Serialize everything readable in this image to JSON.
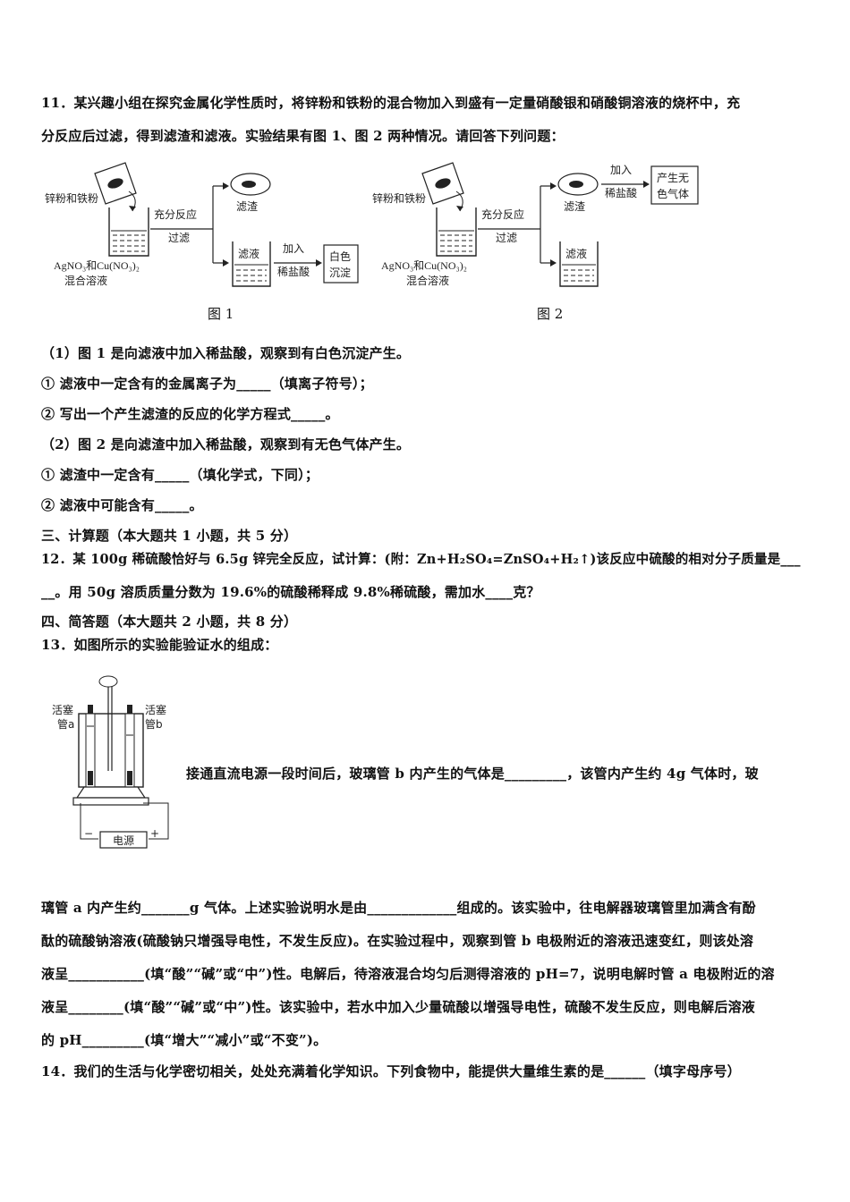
{
  "q11": {
    "line1": "11．某兴趣小组在探究金属化学性质时，将锌粉和铁粉的混合物加入到盛有一定量硝酸银和硝酸铜溶液的烧杯中，充",
    "line2": "分反应后过滤，得到滤渣和滤液。实验结果有图 1、图 2 两种情况。请回答下列问题：",
    "fig1": {
      "powder_label": "锌粉和铁粉",
      "process_label_1": "充分反应",
      "process_label_2": "过滤",
      "residue_label": "滤渣",
      "filtrate_label": "滤液",
      "add_label_1": "加入",
      "add_label_2": "稀盐酸",
      "result_label_1": "白色",
      "result_label_2": "沉淀",
      "solution_label_1": "AgNO₃和Cu(NO₃)₂",
      "solution_label_2": "混合溶液",
      "caption": "图 1"
    },
    "fig2": {
      "powder_label": "锌粉和铁粉",
      "process_label_1": "充分反应",
      "process_label_2": "过滤",
      "residue_label": "滤渣",
      "filtrate_label": "滤液",
      "add_label_1": "加入",
      "add_label_2": "稀盐酸",
      "result_label_1": "产生无",
      "result_label_2": "色气体",
      "solution_label_1": "AgNO₃和Cu(NO₃)₂",
      "solution_label_2": "混合溶液",
      "caption": "图 2"
    },
    "p1": "（1）图 1 是向滤液中加入稀盐酸，观察到有白色沉淀产生。",
    "p1a": "① 滤液中一定含有的金属离子为_____（填离子符号）；",
    "p1b": "② 写出一个产生滤渣的反应的化学方程式_____。",
    "p2": "（2）图 2 是向滤渣中加入稀盐酸，观察到有无色气体产生。",
    "p2a": "① 滤渣中一定含有_____（填化学式，下同）；",
    "p2b": "② 滤液中可能含有_____。"
  },
  "sec3": "三、计算题（本大题共 1 小题，共 5 分）",
  "q12": {
    "line1": "12．某 100g 稀硫酸恰好与 6.5g 锌完全反应，试计算：(附：Zn+H₂SO₄=ZnSO₄+H₂↑)该反应中硫酸的相对分子质量是___",
    "line2": "__。用 50g 溶质质量分数为 19.6%的硫酸稀释成 9.8%稀硫酸，需加水____克？"
  },
  "sec4": "四、简答题（本大题共 2 小题，共 8 分）",
  "q13": {
    "line1": "13．如图所示的实验能验证水的组成：",
    "fig": {
      "label_left_1": "活塞",
      "label_left_2": "管a",
      "label_right_1": "活塞",
      "label_right_2": "管b",
      "minus": "−",
      "plus": "+",
      "power": "电源"
    },
    "side_text": "接通直流电源一段时间后，玻璃管 b 内产生的气体是_________，该管内产生约 4g 气体时，玻",
    "line2": "璃管 a 内产生约_______g 气体。上述实验说明水是由_____________组成的。该实验中，往电解器玻璃管里加满含有酚",
    "line3": "酞的硫酸钠溶液(硫酸钠只增强导电性，不发生反应)。在实验过程中，观察到管 b 电极附近的溶液迅速变红，则该处溶",
    "line4": "液呈___________(填“酸”“碱”或“中”)性。电解后，待溶液混合均匀后测得溶液的 pH=7，说明电解时管 a 电极附近的溶",
    "line5": "液呈________(填“酸”“碱”或“中”)性。该实验中，若水中加入少量硫酸以增强导电性，硫酸不发生反应，则电解后溶液",
    "line6": "的 pH_________(填“增大”“减小”或“不变”)。"
  },
  "q14": {
    "line1": "14．我们的生活与化学密切相关，处处充满着化学知识。下列食物中，能提供大量维生素的是______（填字母序号）"
  }
}
